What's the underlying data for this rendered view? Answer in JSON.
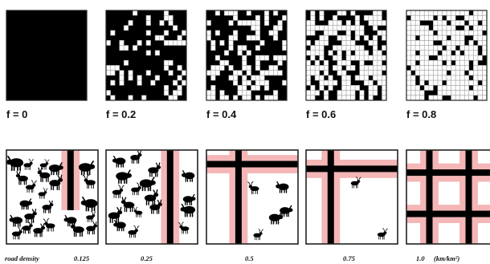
{
  "colors": {
    "habitat": "#000000",
    "cleared": "#ffffff",
    "grid_line": "#9a9a9a",
    "frame": "#222222",
    "road": "#000000",
    "road_buffer": "#f4b6b6",
    "background": "#ffffff"
  },
  "top_row": {
    "panels": [
      {
        "label": "f = 0",
        "fraction": 0,
        "grid_cells": 18
      },
      {
        "label": "f = 0.2",
        "fraction": 0.2,
        "grid_cells": 18
      },
      {
        "label": "f = 0.4",
        "fraction": 0.4,
        "grid_cells": 18
      },
      {
        "label": "f = 0.6",
        "fraction": 0.6,
        "grid_cells": 18
      },
      {
        "label": "f = 0.8",
        "fraction": 0.8,
        "grid_cells": 18
      }
    ]
  },
  "bottom_row": {
    "panels": [
      {
        "label": "0.125",
        "road_density": 0.125,
        "vertical_roads": 1,
        "horizontal_roads": 0,
        "animals": 24,
        "icon": "animal-silhouette-icon"
      },
      {
        "label": "0.25",
        "road_density": 0.25,
        "vertical_roads": 1,
        "horizontal_roads": 0,
        "animals": 18,
        "icon": "animal-silhouette-icon"
      },
      {
        "label": "0.5",
        "road_density": 0.5,
        "vertical_roads": 1,
        "horizontal_roads": 1,
        "animals": 5,
        "icon": "animal-silhouette-icon"
      },
      {
        "label": "0.75",
        "road_density": 0.75,
        "vertical_roads": 1,
        "horizontal_roads": 1,
        "animals": 2,
        "icon": "animal-silhouette-icon"
      },
      {
        "label": "1.0",
        "road_density": 1.0,
        "vertical_roads": 2,
        "horizontal_roads": 2,
        "animals": 0,
        "icon": "animal-silhouette-icon"
      }
    ],
    "axis_title": "road density",
    "unit": "(km/km²)"
  }
}
